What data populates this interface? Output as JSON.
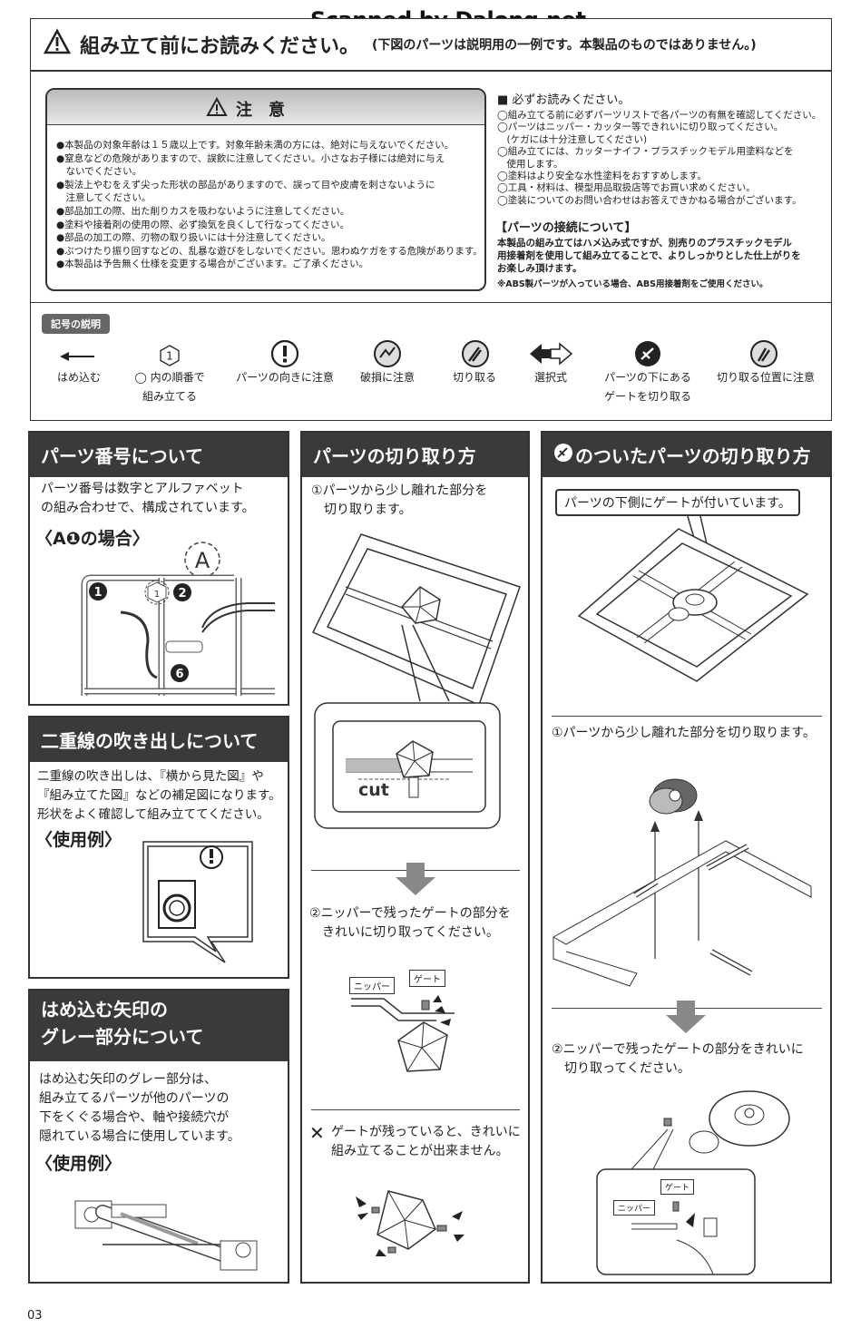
{
  "watermark": "Scanned by Dalong.net",
  "header": {
    "title": "組み立て前にお読みください。",
    "subtitle": "(下図のパーツは説明用の一例です。本製品のものではありません。)"
  },
  "caution": {
    "title": "注　意",
    "items": [
      "●本製品の対象年齢は１５歳以上です。対象年齢未満の方には、絶対に与えないでください。",
      "●窒息などの危険がありますので、誤飲に注意してください。小さなお子様には絶対に与え\n　ないでください。",
      "●製法上やむをえず尖った形状の部品がありますので、誤って目や皮膚を刺さないように\n　注意してください。",
      "●部品加工の際、出た削りカスを吸わないように注意してください。",
      "●塗料や接着剤の使用の際、必ず換気を良くして行なってください。",
      "●部品の加工の際、刃物の取り扱いには十分注意してください。",
      "●ぶつけたり振り回すなどの、乱暴な遊びをしないでください。思わぬケガをする危険があります。",
      "●本製品は予告無く仕様を変更する場合がございます。ご了承ください。"
    ]
  },
  "must_read": {
    "title": "■ 必ずお読みください。",
    "items": [
      "◯組み立てる前に必ずパーツリストで各パーツの有無を確認してください。",
      "◯パーツはニッパー・カッター等できれいに切り取ってください。\n　(ケガには十分注意してください)",
      "◯組み立てには、カッターナイフ・プラスチックモデル用塗料などを\n　使用します。",
      "◯塗料はより安全な水性塗料をおすすめします。",
      "◯工具・材料は、模型用品取扱店等でお買い求めください。",
      "◯塗装についてのお問い合わせはお答えできかねる場合がございます。"
    ]
  },
  "connection": {
    "title": "【パーツの接続について】",
    "text": "本製品の組み立てはハメ込み式ですが、別売りのプラスチックモデル\n用接着剤を使用して組み立てることで、よりしっかりとした仕上がりを\nお楽しみ頂けます。",
    "note": "※ABS製パーツが入っている場合、ABS用接着剤をご使用ください。"
  },
  "symbols": {
    "badge": "記号の説明",
    "items": [
      {
        "icon": "press-fit-arrow-icon",
        "label": "はめ込む"
      },
      {
        "icon": "order-number-hexagon-icon",
        "label": "◯ 内の順番で\n組み立てる"
      },
      {
        "icon": "orientation-warning-icon",
        "label": "パーツの向きに注意"
      },
      {
        "icon": "breakage-warning-icon",
        "label": "破損に注意"
      },
      {
        "icon": "nipper-cut-icon",
        "label": "切り取る"
      },
      {
        "icon": "selection-arrows-icon",
        "label": "選択式"
      },
      {
        "icon": "under-gate-cut-icon",
        "label": "パーツの下にある\nゲートを切り取る"
      },
      {
        "icon": "cut-position-warning-icon",
        "label": "切り取る位置に注意"
      }
    ]
  },
  "part_numbers": {
    "title": "パーツ番号について",
    "text": "パーツ番号は数字とアルファベット\nの組み合わせで、構成されています。",
    "example": "〈A❶の場合〉",
    "labels": [
      "A",
      "1",
      "1",
      "2",
      "6"
    ]
  },
  "double_balloon": {
    "title": "二重線の吹き出しについて",
    "text": "二重線の吹き出しは、『横から見た図』や\n『組み立てた図』などの補足図になります。\n形状をよく確認して組み立ててください。",
    "example": "〈使用例〉"
  },
  "gray_arrow": {
    "title": "はめ込む矢印の\nグレー部分について",
    "text": "はめ込む矢印のグレー部分は、\n組み立てるパーツが他のパーツの\n下をくぐる場合や、軸や接続穴が\n隠れている場合に使用しています。",
    "example": "〈使用例〉"
  },
  "cutting": {
    "title": "パーツの切り取り方",
    "step1": "①パーツから少し離れた部分を\n　切り取ります。",
    "cut_label": "cut",
    "step2": "②ニッパーで残ったゲートの部分を\n　きれいに切り取ってください。",
    "nipper_label": "ニッパー",
    "gate_label": "ゲート",
    "warning_mark": "✕",
    "warning": "ゲートが残っていると、きれいに\n組み立てることが出来ません。"
  },
  "under_gate": {
    "title": "のついたパーツの切り取り方",
    "callout": "パーツの下側にゲートが付いています。",
    "step1": "①パーツから少し離れた部分を切り取ります。",
    "step2": "②ニッパーで残ったゲートの部分をきれいに\n　切り取ってください。",
    "nipper_label": "ニッパー",
    "gate_label": "ゲート"
  },
  "page_number": "03"
}
